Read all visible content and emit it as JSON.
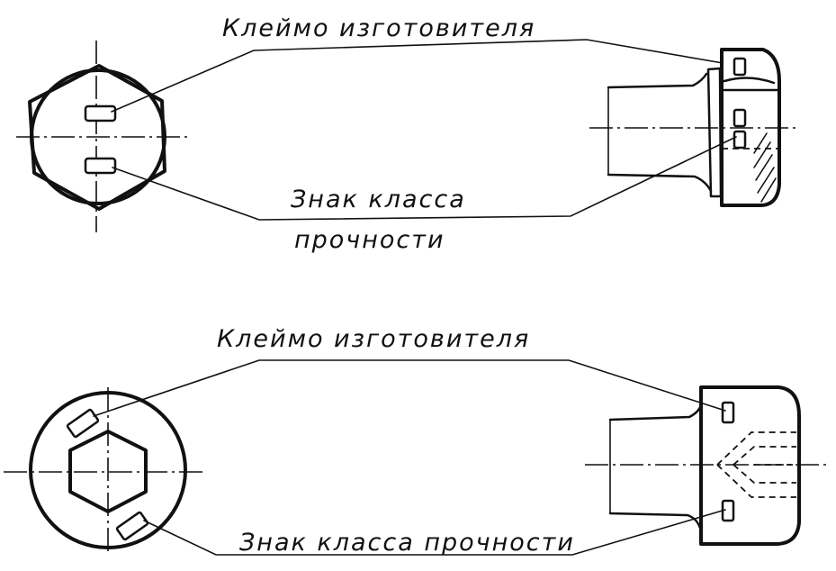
{
  "top": {
    "manufacturer_label": "Клеймо изготовителя",
    "strength_label_line1": "Знак класса",
    "strength_label_line2": "прочности"
  },
  "bottom": {
    "manufacturer_label": "Клеймо изготовителя",
    "strength_label": "Знак класса прочности"
  },
  "colors": {
    "ink": "#111111",
    "paper": "#ffffff"
  }
}
